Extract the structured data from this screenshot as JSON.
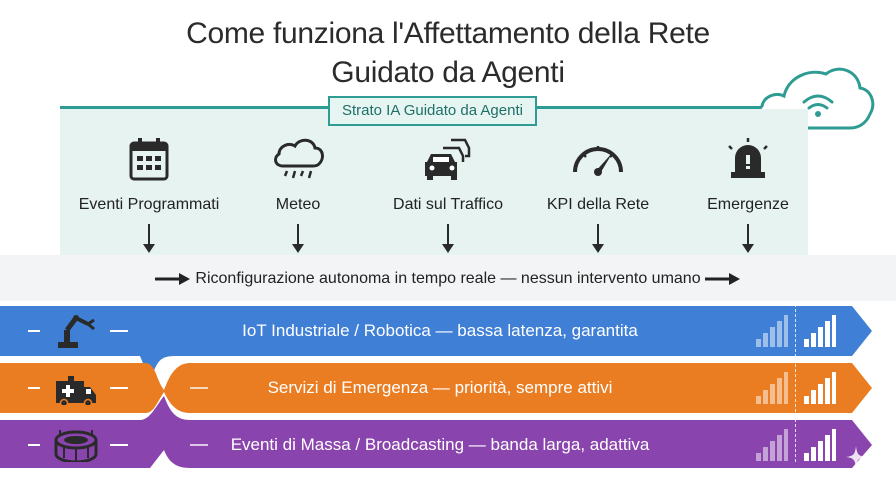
{
  "title": [
    "Come funziona l'Affettamento della Rete",
    "Guidato da Agenti"
  ],
  "layer_label": "Strato IA Guidato da Agenti",
  "inputs": [
    {
      "label": "Eventi Programmati",
      "icon": "calendar-icon"
    },
    {
      "label": "Meteo",
      "icon": "rain-cloud-icon"
    },
    {
      "label": "Dati sul Traffico",
      "icon": "traffic-cars-icon"
    },
    {
      "label": "KPI della Rete",
      "icon": "speedometer-icon"
    },
    {
      "label": "Emergenze",
      "icon": "siren-icon"
    }
  ],
  "reconfig_text": "Riconfigurazione autonoma in tempo reale — nessun intervento umano",
  "slices": [
    {
      "label": "IoT Industriale / Robotica — bassa latenza, garantita",
      "icon": "robot-arm-icon",
      "color": "#3f7fd6"
    },
    {
      "label": "Servizi di Emergenza — priorità, sempre attivi",
      "icon": "ambulance-icon",
      "color": "#ea7d22"
    },
    {
      "label": "Eventi di Massa / Broadcasting — banda larga, adattiva",
      "icon": "stadium-icon",
      "color": "#8a44ad"
    }
  ],
  "colors": {
    "teal": "#2e9c92",
    "panel": "#e6f3f1",
    "blue": "#3f7fd6",
    "orange": "#ea7d22",
    "purple": "#8a44ad"
  }
}
